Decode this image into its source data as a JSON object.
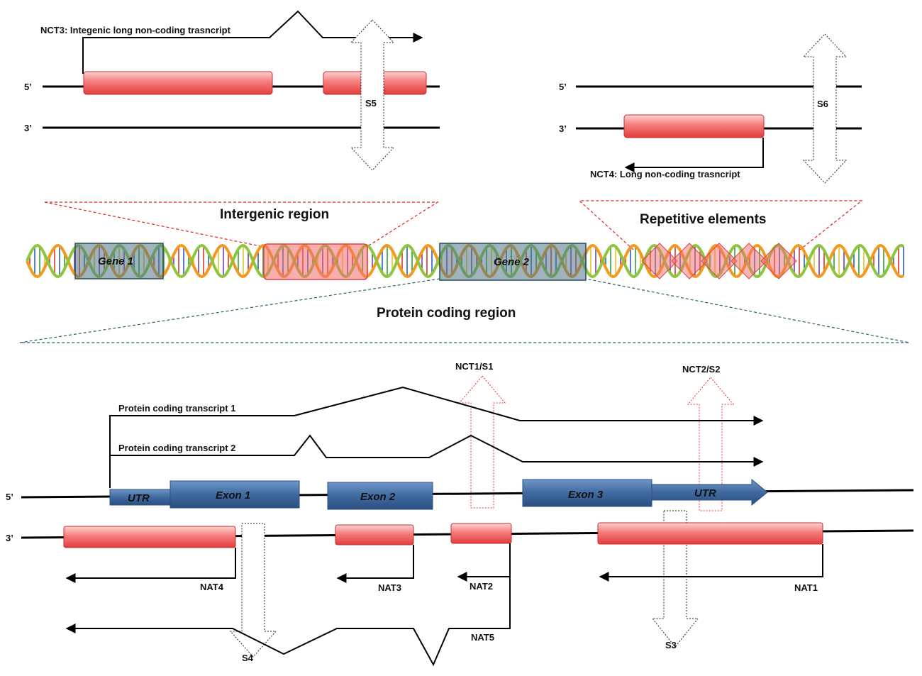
{
  "labels": {
    "nct3": "NCT3: Integenic long non-coding trasncript",
    "nct4": "NCT4: Long non-coding trasncript",
    "five_prime": "5’",
    "three_prime": "3’",
    "s5": "S5",
    "s6": "S6",
    "intergenic_region": "Intergenic region",
    "repetitive_elements": "Repetitive elements",
    "gene1": "Gene 1",
    "gene2": "Gene 2",
    "protein_coding_region": "Protein coding region",
    "nct1_s1": "NCT1/S1",
    "nct2_s2": "NCT2/S2",
    "pct1": "Protein coding transcript 1",
    "pct2": "Protein coding transcript 2",
    "utr": "UTR",
    "exon1": "Exon 1",
    "exon2": "Exon 2",
    "exon3": "Exon 3",
    "nat1": "NAT1",
    "nat2": "NAT2",
    "nat3": "NAT3",
    "nat4": "NAT4",
    "nat5": "NAT5",
    "s3": "S3",
    "s4": "S4"
  },
  "colors": {
    "red_box": "#f26b6b",
    "blue_exon": "#3f6aa0",
    "teal_gene": "#4f7585",
    "red_dash": "#e02020",
    "teal_dash": "#2a5d6e"
  }
}
